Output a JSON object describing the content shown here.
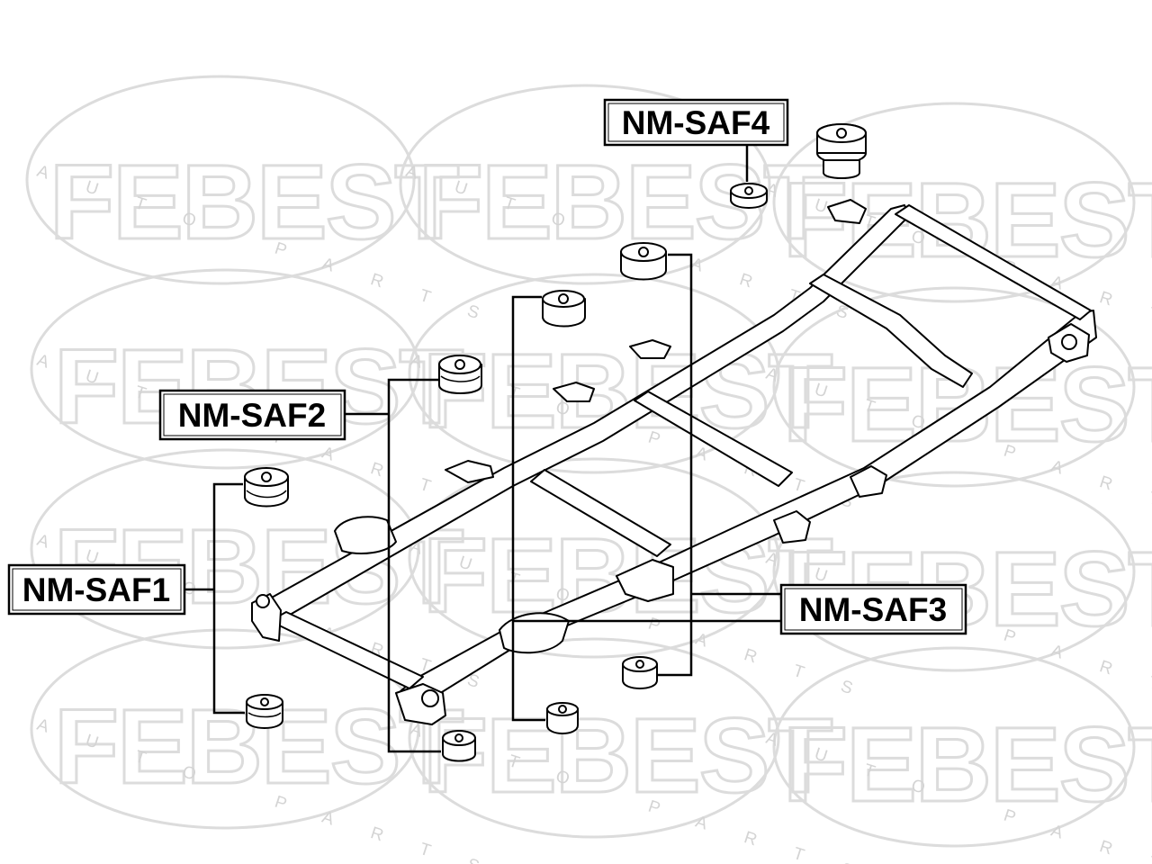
{
  "watermark": {
    "brand": "FEBEST",
    "tagline": "AUTO PARTS"
  },
  "parts": [
    {
      "part_number": "NM-SAF1"
    },
    {
      "part_number": "NM-SAF2"
    },
    {
      "part_number": "NM-SAF3"
    },
    {
      "part_number": "NM-SAF4"
    }
  ]
}
